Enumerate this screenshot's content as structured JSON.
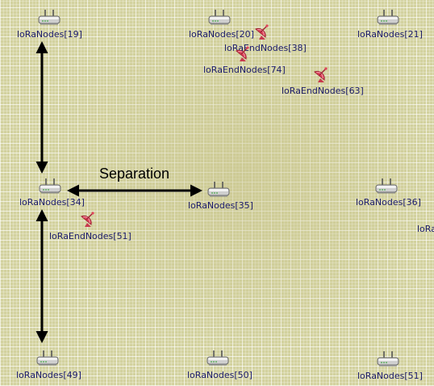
{
  "gateways": [
    {
      "label": "loRaNodes[19]"
    },
    {
      "label": "loRaNodes[20]"
    },
    {
      "label": "loRaNodes[21]"
    },
    {
      "label": "loRaNodes[34]"
    },
    {
      "label": "loRaNodes[35]"
    },
    {
      "label": "loRaNodes[36]"
    },
    {
      "label": "loRaNodes[49]"
    },
    {
      "label": "loRaNodes[50]"
    },
    {
      "label": "loRaNodes[51]"
    }
  ],
  "end_nodes": [
    {
      "label": "loRaEndNodes[38]"
    },
    {
      "label": "loRaEndNodes[74]"
    },
    {
      "label": "loRaEndNodes[63]"
    },
    {
      "label": "loRaEndNodes[51]"
    }
  ],
  "partial_label": "loRa",
  "annotation": {
    "separation_label": "Separation"
  },
  "colors": {
    "background": "#d3d29f",
    "label_text": "#1a1a6a",
    "end_node": "#e0445a",
    "arrow": "#000000"
  }
}
